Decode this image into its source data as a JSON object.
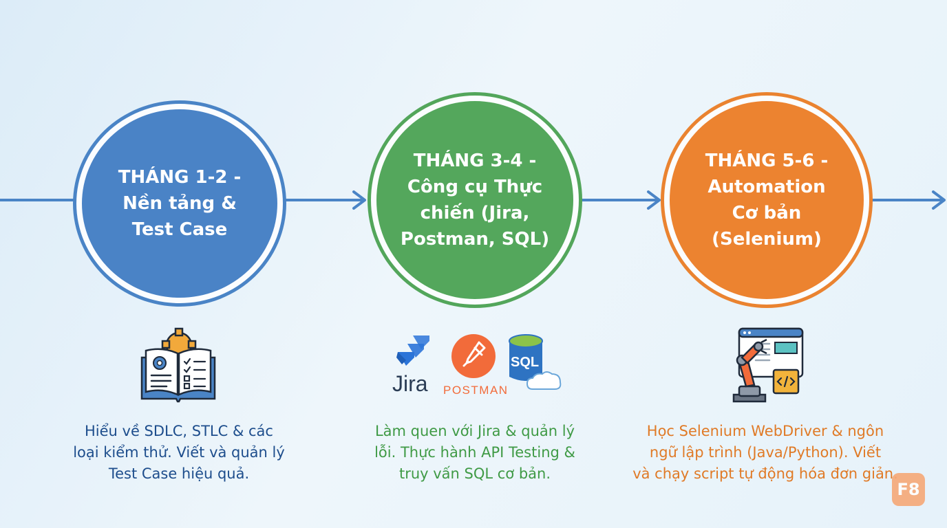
{
  "colors": {
    "arrow": "#4a84c6",
    "stage1": "#4a83c6",
    "stage2": "#54a75c",
    "stage3": "#ec8330",
    "desc1": "#1d4d8c",
    "desc2": "#3f9a45",
    "desc3": "#e07a26"
  },
  "stages": [
    {
      "title": "THÁNG 1-2 -\nNền tảng &\nTest Case",
      "icon": "book-gear-checklist-icon",
      "description": "Hiểu về SDLC, STLC & các\nloại kiểm thử. Viết và quản lý\nTest Case hiệu quả."
    },
    {
      "title": "THÁNG 3-4 -\nCông cụ Thực\nchiến (Jira,\nPostman, SQL)",
      "icons": [
        "jira-icon",
        "postman-icon",
        "sql-database-icon"
      ],
      "logos": {
        "jira": "Jira",
        "postman": "POSTMAN",
        "sql": "SQL"
      },
      "description": "Làm quen với Jira & quản lý\nlỗi. Thực hành API Testing &\ntruy vấn SQL cơ bản."
    },
    {
      "title": "THÁNG 5-6 -\nAutomation\nCơ bản\n(Selenium)",
      "icon": "robot-arm-browser-icon",
      "description": "Học Selenium WebDriver & ngôn\nngữ lập trình (Java/Python). Viết\nvà chạy script tự động hóa đơn giản."
    }
  ],
  "badge": "F8"
}
